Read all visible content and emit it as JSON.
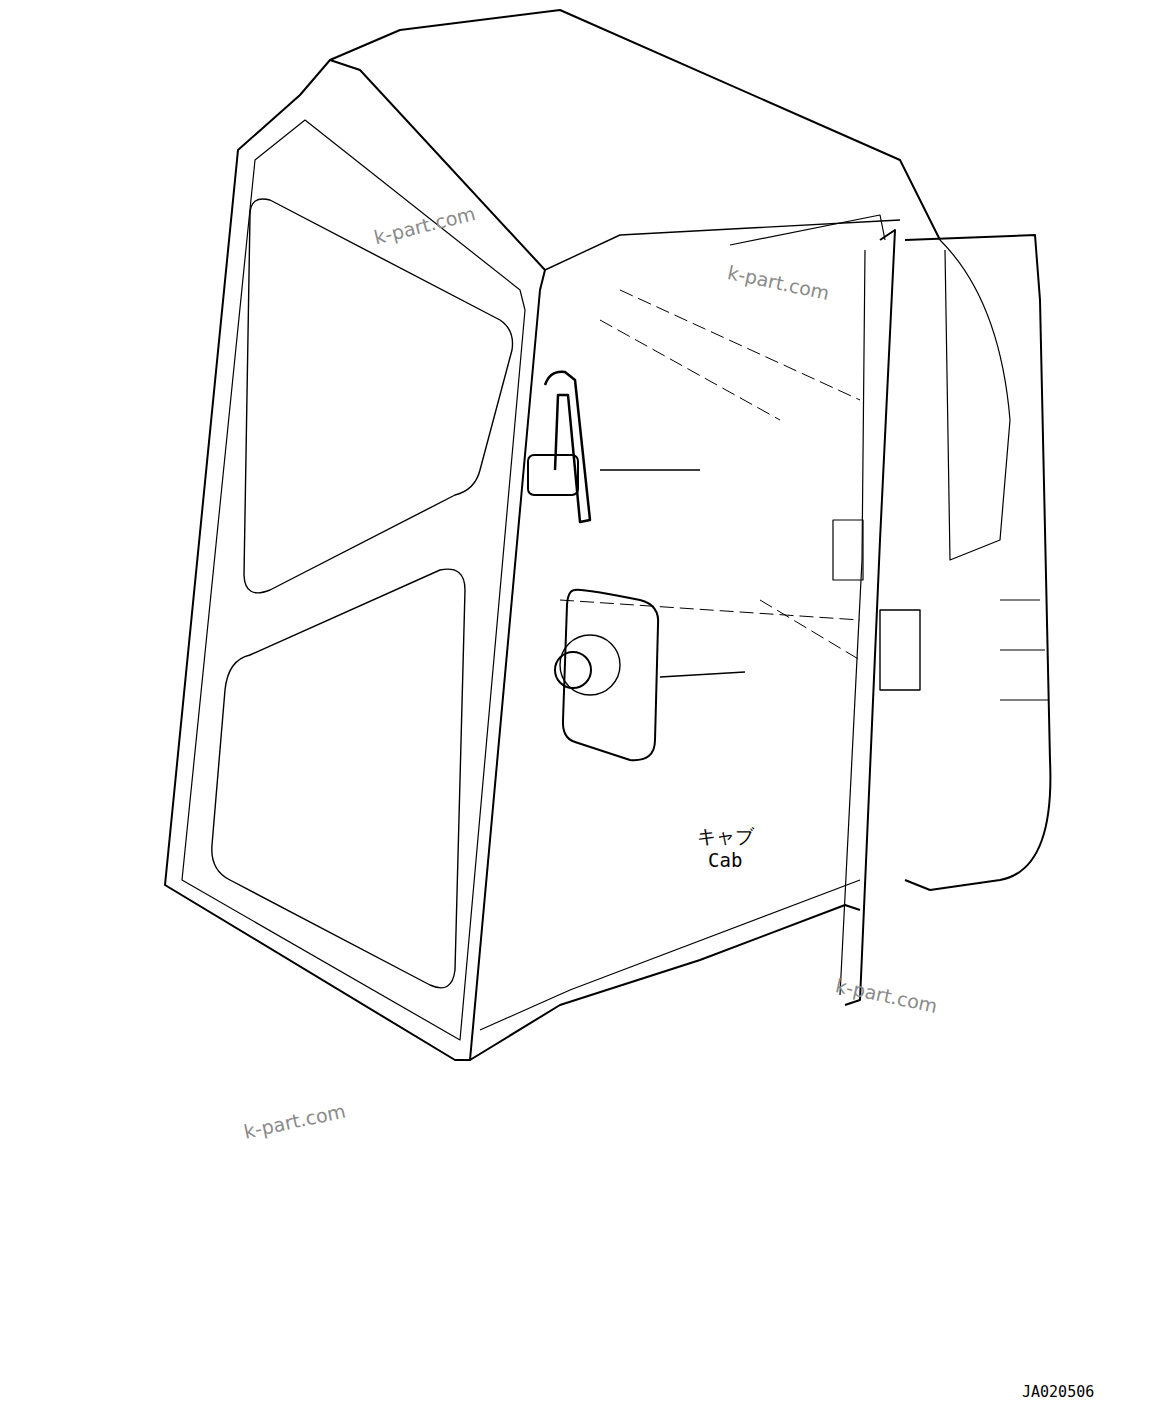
{
  "diagram": {
    "labels": [
      "k-part.com",
      "k-part.com",
      "キャブ",
      "Cab",
      "k-part.com",
      "k-part.com",
      "JA020506"
    ]
  }
}
